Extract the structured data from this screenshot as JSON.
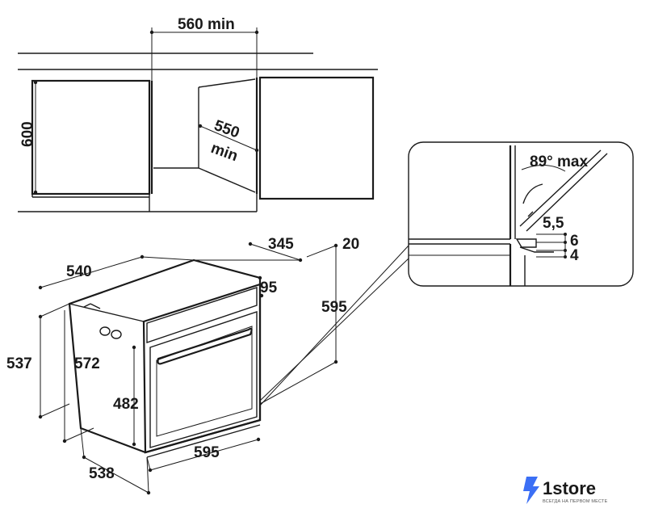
{
  "cabinet": {
    "width_label": "560 min",
    "height_label": "600",
    "depth_label_1": "550",
    "depth_label_2": "min"
  },
  "oven": {
    "depth_540": "540",
    "top_345": "345",
    "top_20": "20",
    "offset_95": "95",
    "height_595": "595",
    "height_537": "537",
    "height_572": "572",
    "door_482": "482",
    "width_595": "595",
    "depth_538": "538"
  },
  "detail": {
    "angle_label": "89° max",
    "gap_55": "5,5",
    "gap_6": "6",
    "gap_4": "4"
  },
  "logo": {
    "name": "1store",
    "tagline": "ВСЕГДА НА ПЕРВОМ МЕСТЕ",
    "icon": "lightning-bolt-icon",
    "accent": "#3b6ff5"
  }
}
